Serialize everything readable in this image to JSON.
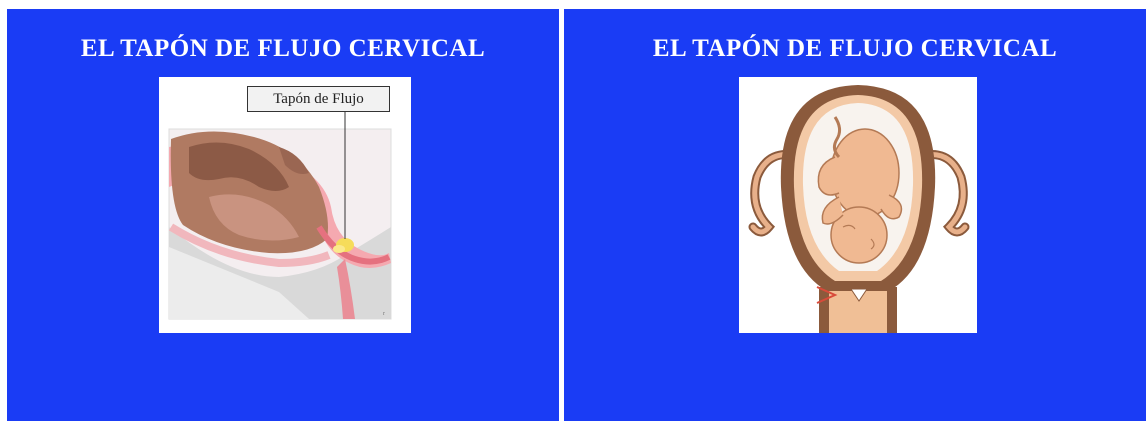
{
  "slides": [
    {
      "title": "EL TAPÓN DE FLUJO CERVICAL",
      "illustration": "cervix-cross-section-with-mucus-plug",
      "callout_label": "Tapón de Flujo"
    },
    {
      "title": "EL TAPÓN DE FLUJO CERVICAL",
      "illustration": "fetus-in-uterus-with-cervical-plug"
    }
  ],
  "colors": {
    "slide_background": "#1a3cf5",
    "title_text": "#ffffff",
    "page_background": "#ffffff"
  }
}
